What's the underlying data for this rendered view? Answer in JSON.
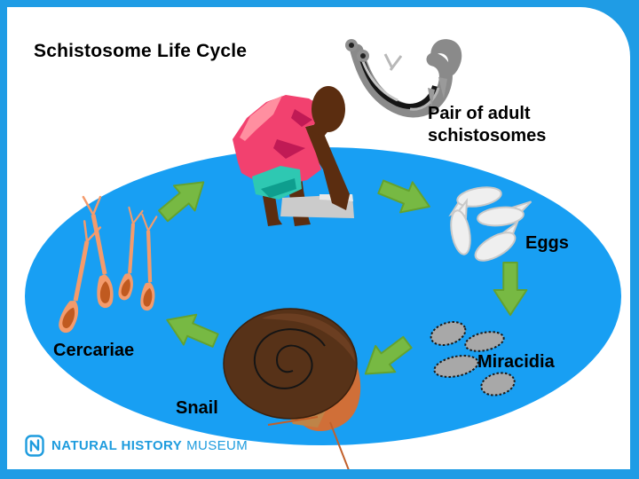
{
  "slide": {
    "title": "Schistosome Life Cycle"
  },
  "labels": {
    "adult": "Pair of adult schistosomes",
    "eggs": "Eggs",
    "miracidia": "Miracidia",
    "snail": "Snail",
    "cercariae": "Cercariae"
  },
  "cycle": {
    "nodes": [
      "person-washing",
      "pair-of-adult-schistosomes",
      "eggs",
      "miracidia",
      "snail",
      "cercariae"
    ],
    "arrows": [
      {
        "from": "person-washing",
        "to": "eggs"
      },
      {
        "from": "eggs",
        "to": "miracidia"
      },
      {
        "from": "miracidia",
        "to": "snail"
      },
      {
        "from": "snail",
        "to": "cercariae"
      },
      {
        "from": "cercariae",
        "to": "person-washing"
      }
    ]
  },
  "footer": {
    "museum_name_bold": "NATURAL HISTORY",
    "museum_name_light": "MUSEUM"
  },
  "colors": {
    "frame": "#1F9CE5",
    "pond": "#189FF3",
    "arrow_fill": "#77B943",
    "arrow_stroke": "#64A22E",
    "logo": "#1E9CDE",
    "text": "#000000"
  }
}
